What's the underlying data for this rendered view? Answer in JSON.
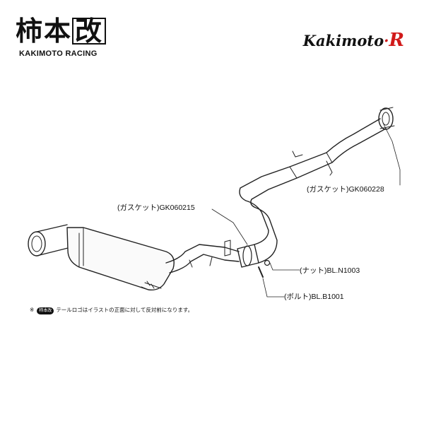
{
  "brand": {
    "japanese_name": "柿本",
    "japanese_mark": "改",
    "english_name": "KAKIMOTO RACING",
    "product_line": "Kakimoto",
    "product_separator": "·",
    "product_mark": "R"
  },
  "callouts": {
    "gasket_rear": "(ガスケット)GK060228",
    "gasket_mid": "(ガスケット)GK060215",
    "nut": "(ナット)BL.N1003",
    "bolt": "(ボルト)BL.B1001"
  },
  "note": {
    "prefix": "※",
    "badge": "柿本改",
    "text": "テールロゴはイラストの正面に対して反対前になります。"
  }
}
